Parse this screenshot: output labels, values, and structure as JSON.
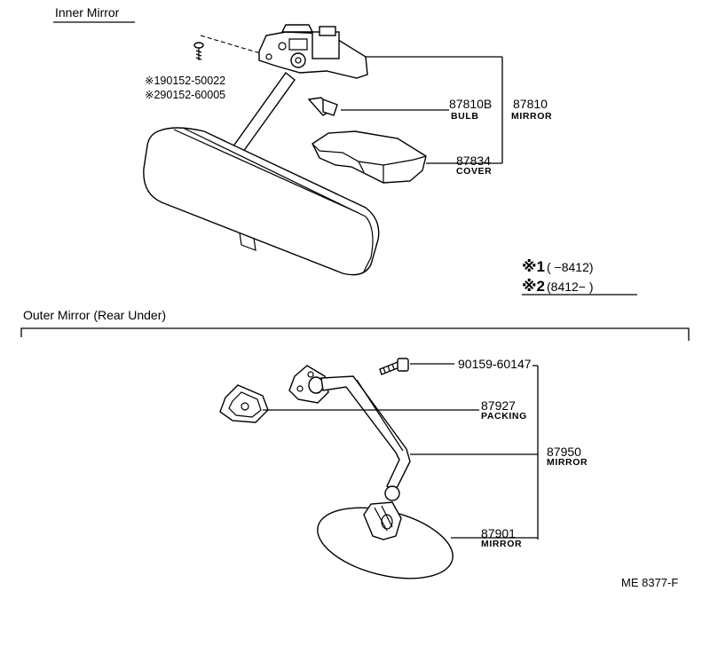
{
  "inner_mirror": {
    "section_title": "Inner Mirror",
    "screw_note_1": "※190152-50022",
    "screw_note_2": "※290152-60005",
    "bulb": {
      "part_no": "87810B",
      "label": "BULB"
    },
    "mirror": {
      "part_no": "87810",
      "label": "MIRROR"
    },
    "cover": {
      "part_no": "87834",
      "label": "COVER"
    }
  },
  "legend": {
    "line1_mark": "※1",
    "line1_text": "(      −8412)",
    "line2_mark": "※2",
    "line2_text": "(8412−      )"
  },
  "outer_mirror": {
    "section_title": "Outer Mirror (Rear Under)",
    "screw_part_no": "90159-60147",
    "packing": {
      "part_no": "87927",
      "label": "PACKING"
    },
    "assembly": {
      "part_no": "87950",
      "label": "MIRROR"
    },
    "mirror_head": {
      "part_no": "87901",
      "label": "MIRROR"
    }
  },
  "diagram_code": "ME  8377-F"
}
